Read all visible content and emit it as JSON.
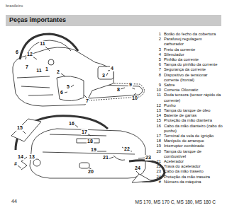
{
  "diagram": {
    "title": "Peças importantes",
    "labels": [
      "brasileiro",
      "11",
      "6",
      "12",
      "7",
      "11",
      "1",
      "2",
      "4",
      "3",
      "5",
      "6",
      "8",
      "9",
      "10",
      "7",
      "15",
      "16",
      "17",
      "18",
      "19",
      "14",
      "13",
      "#",
      "21",
      "22",
      "23",
      "20",
      "24",
      "1",
      "Botão do fecho da cobertura",
      "2",
      "Parafusoj regulagem carburador",
      "3",
      "Freio da corrente",
      "4",
      "Silenciador",
      "5",
      "Pinhão da corrente",
      "6",
      "Tampa do pinhão da corrente",
      "7",
      "Segurança da corrente",
      "8",
      "Dispositivo de tensionar corrente (frontal)",
      "9",
      "Sabre",
      "10",
      "Corrente Oilomatic",
      "11",
      "Roda tensora (tensor rápido da corrente)",
      "12",
      "Punho",
      "13",
      "Tampa do tanque de óleo",
      "14",
      "Batente de garras",
      "15",
      "Proteção da mão dianteira",
      "16",
      "Cabo da mão dianteiro (cabo do punho)",
      "17",
      "Terminal da vela de ignição",
      "18",
      "Manípulo de arranque",
      "19",
      "Interruptor combinado",
      "20",
      "Tampa do tanque de combustível",
      "21",
      "Acelerador",
      "22",
      "Trava do acelerador",
      "23",
      "Cabo da mão traseiro",
      "24",
      "Proteção da mão traseira",
      "#",
      "Número da máquina",
      "44",
      "MS 170, MS 170 C, MS 180, MS 180 C"
    ]
  }
}
